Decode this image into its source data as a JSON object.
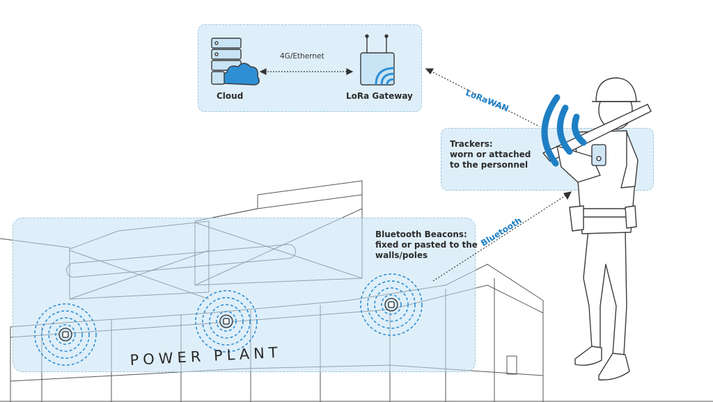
{
  "cloud_label": "Cloud",
  "gateway_label": "LoRa Gateway",
  "link_label": "4G/Ethernet",
  "lorawan_label": "LoRaWAN",
  "bluetooth_label": "Bluetooth",
  "trackers": {
    "title": "Trackers:",
    "line1": "worn or attached",
    "line2": "to the personnel"
  },
  "beacons": {
    "title": "Bluetooth Beacons:",
    "line1": "fixed or pasted to the",
    "line2": "walls/poles"
  },
  "plant_label": "POWER PLANT",
  "colors": {
    "accent": "#1f7fc4",
    "panel": "#c4e2f4",
    "line": "#555555"
  },
  "icons": [
    "server-icon",
    "cloud-icon",
    "router-icon",
    "beacon-icon",
    "tracker-icon",
    "worker-figure"
  ]
}
